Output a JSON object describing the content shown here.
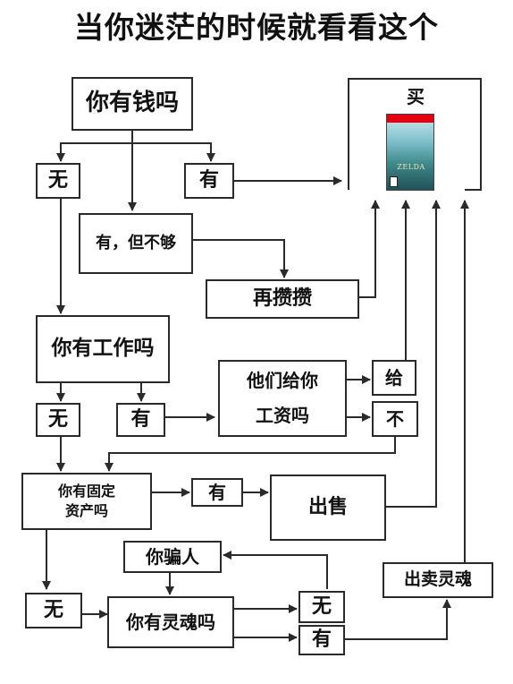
{
  "title": "当你迷茫的时候就看看这个",
  "nodes": {
    "q_money": "你有钱吗",
    "buy": "买",
    "no1": "无",
    "yes1": "有",
    "yes_not_enough": "有，但不够",
    "save_more": "再攒攒",
    "q_job": "你有工作吗",
    "ask_pay_1": "他们给你",
    "ask_pay_2": "工资吗",
    "give": "给",
    "no_give": "不",
    "no2": "无",
    "yes2": "有",
    "q_assets_1": "你有固定",
    "q_assets_2": "资产吗",
    "yes3": "有",
    "sell": "出售",
    "q_lie": "你骗人",
    "no3": "无",
    "q_soul": "你有灵魂吗",
    "no4": "无",
    "yes4": "有",
    "sell_soul": "出卖灵魂"
  },
  "colors": {
    "stroke": "#2a2a2a",
    "game_banner": "#e60012"
  },
  "product": {
    "icon": "game-box-art-icon",
    "logo_text": "ZELDA"
  }
}
